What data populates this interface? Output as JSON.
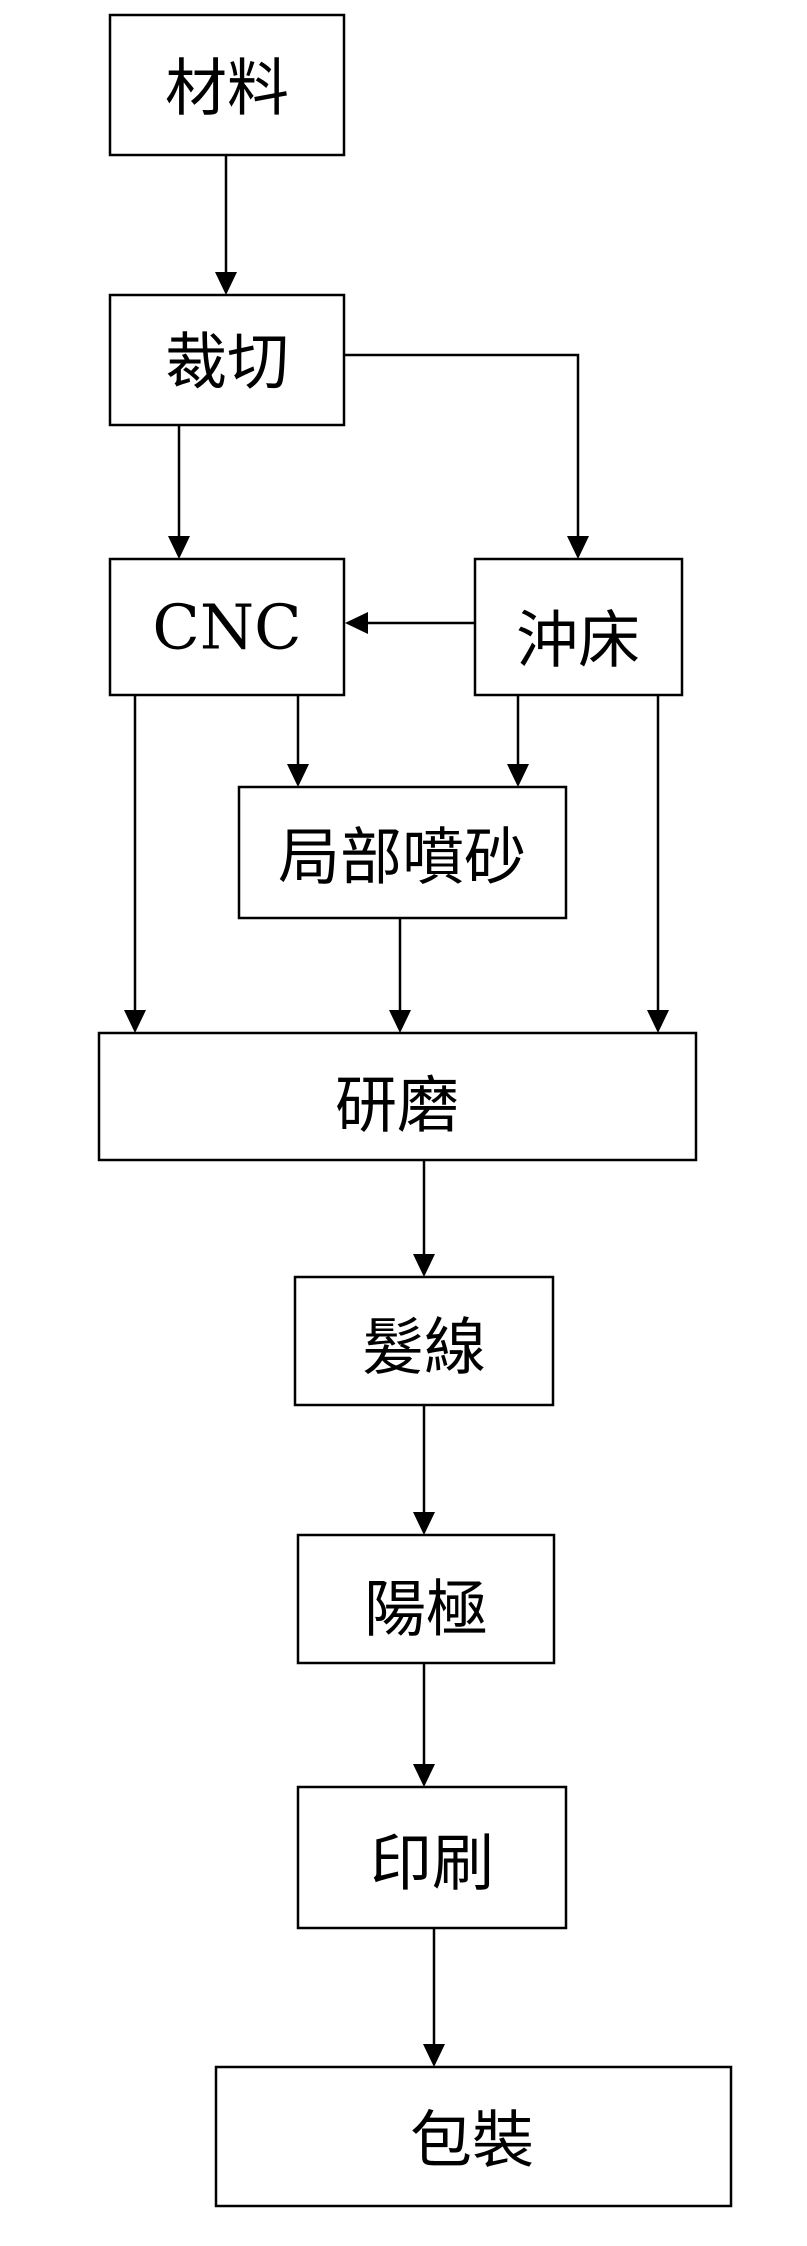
{
  "nodes": {
    "material": "材料",
    "cutting": "裁切",
    "cnc": "CNC",
    "punch": "沖床",
    "sandblast": "局部噴砂",
    "grinding": "研磨",
    "hairline": "髮線",
    "anodizing": "陽極",
    "printing": "印刷",
    "packaging": "包裝"
  },
  "colors": {
    "stroke": "#000000",
    "background": "#ffffff"
  }
}
